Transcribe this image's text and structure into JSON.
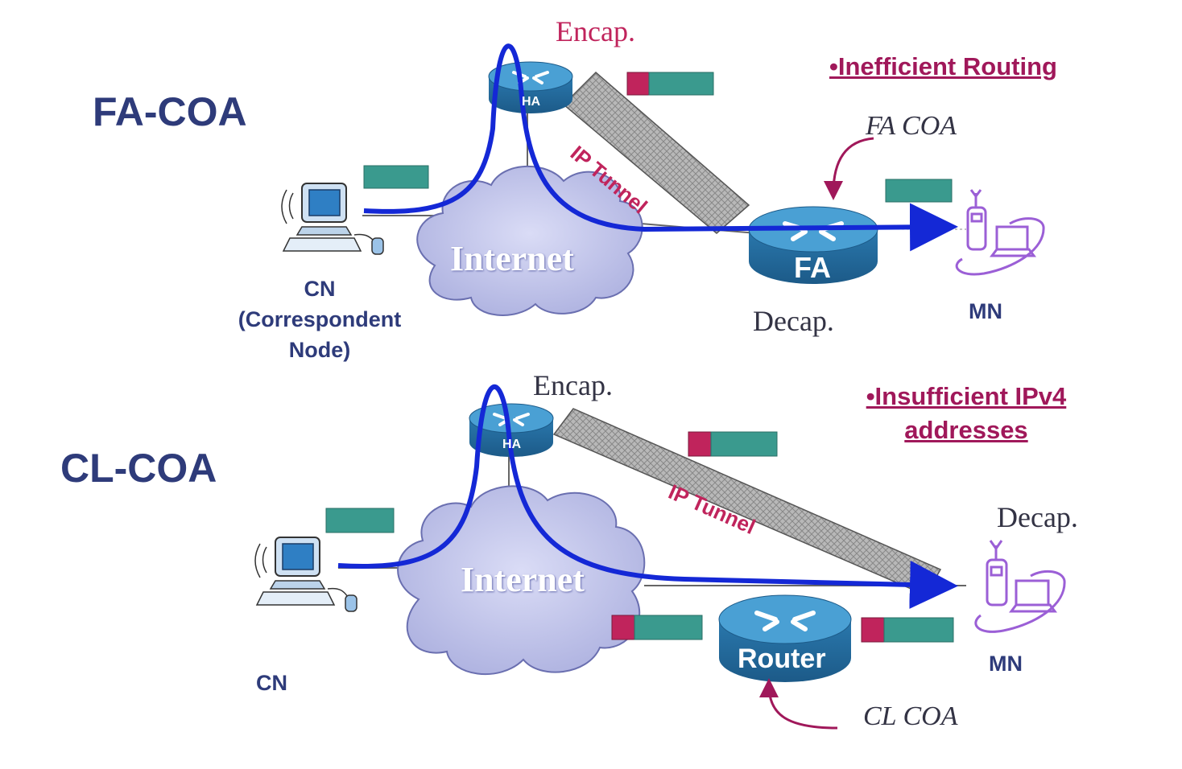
{
  "fa_section": {
    "title": "FA-COA",
    "encap_label": "Encap.",
    "decap_label": "Decap.",
    "note": "•Inefficient Routing",
    "coa_label": "FA COA",
    "tunnel_label": "IP Tunnel",
    "cloud_label": "Internet",
    "ha_label": "HA",
    "fa_router_label": "FA",
    "cn_label_lines": [
      "CN",
      "(Correspondent",
      "Node)"
    ],
    "mn_label": "MN"
  },
  "cl_section": {
    "title": "CL-COA",
    "encap_label": "Encap.",
    "decap_label": "Decap.",
    "note_lines": [
      "•Insufficient IPv4",
      "addresses"
    ],
    "coa_label": "CL COA",
    "tunnel_label": "IP Tunnel",
    "cloud_label": "Internet",
    "ha_label": "HA",
    "router_label": "Router",
    "cn_label": "CN",
    "mn_label": "MN"
  },
  "colors": {
    "title": "#2e3b7a",
    "flow_path": "#1428d6",
    "packet_header": "#c0245c",
    "packet_payload": "#3a9a8e",
    "cloud": "#c4c8ec",
    "router": "#2f82b6",
    "note": "#a0185a",
    "mobile_node": "#9b5fd6"
  }
}
